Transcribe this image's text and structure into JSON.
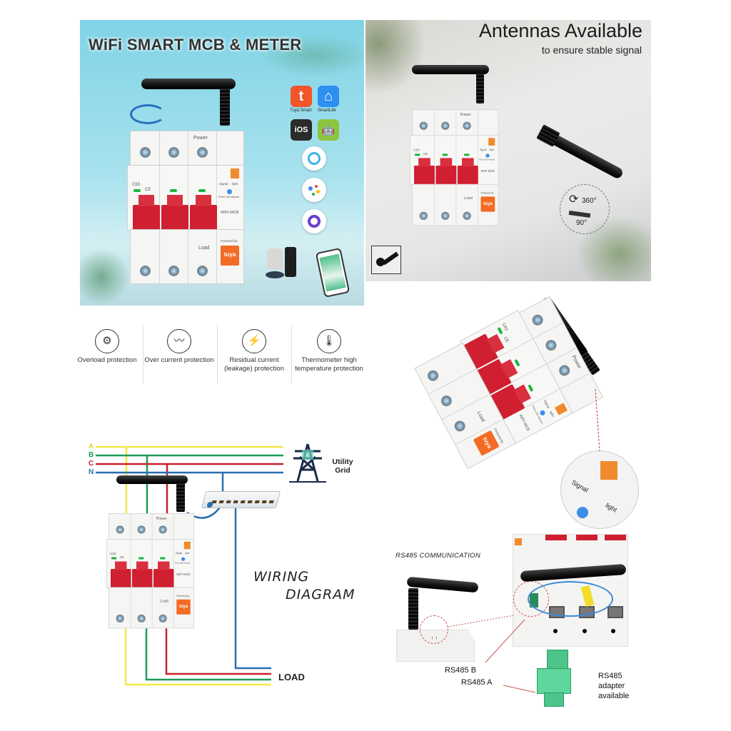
{
  "panel1": {
    "title": "WiFi SMART MCB & METER",
    "apps": [
      {
        "name": "Tuya Smart",
        "glyph": "t",
        "color": "#f2562a"
      },
      {
        "name": "SmartLife",
        "glyph": "⌂",
        "color": "#2d8ff0"
      },
      {
        "name": "",
        "glyph": "iOS",
        "color": "#2b2b2b"
      },
      {
        "name": "",
        "glyph": "🤖",
        "color": "#8cc63f"
      }
    ]
  },
  "breaker": {
    "power": "Power",
    "load": "Load",
    "rating": "C63",
    "ce": "CE",
    "signal": "Signal",
    "light": "light",
    "press": "Press 10s network",
    "wifi_mcb": "WIFI MCB",
    "powered_by": "Powered by",
    "tuya": "tuya"
  },
  "panel2": {
    "title": "Antennas Available",
    "subtitle": "to ensure stable signal",
    "rotate": "360°",
    "tilt": "90°"
  },
  "features": [
    {
      "icon": "shield-gear-icon",
      "label": "Overload protection"
    },
    {
      "icon": "shield-wave-icon",
      "label": "Over current protection"
    },
    {
      "icon": "shield-bolt-icon",
      "label": "Residual current (leakage) protection"
    },
    {
      "icon": "thermometer-icon",
      "label": "Thermometer high temperature protection"
    }
  ],
  "wiring": {
    "phases": [
      "A",
      "B",
      "C",
      "N"
    ],
    "colors": {
      "A": "#f2e84a",
      "B": "#1e9a5a",
      "C": "#c8202c",
      "N": "#2a6fb0"
    },
    "grid": "Utility Grid",
    "title_line1": "WIRING",
    "title_line2": "DIAGRAM",
    "load": "LOAD"
  },
  "rs485": {
    "title": "RS485 COMMUNICATION",
    "b": "RS485 B",
    "a": "RS485 A",
    "adapter": "RS485 adapter available"
  }
}
